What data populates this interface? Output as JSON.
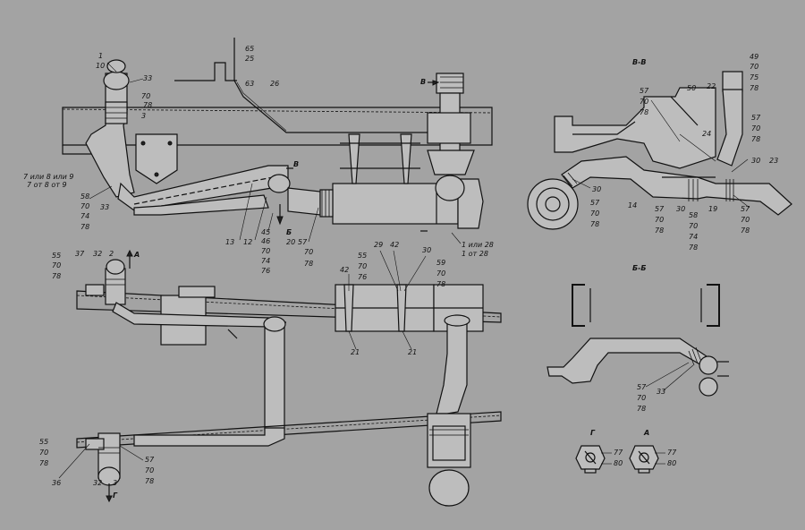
{
  "sections": {
    "v_v": "В-В",
    "b_b": "Б-Б",
    "g": "Г",
    "a": "А"
  },
  "labels": {
    "top_left": [
      "1",
      "10",
      "33",
      "70",
      "78",
      "3",
      "7 или 8 или 9",
      "7 от 8 от 9",
      "58",
      "70",
      "74",
      "78",
      "33"
    ],
    "top_upper": [
      "65",
      "25",
      "63",
      "26"
    ],
    "top_mid": [
      "13",
      "45",
      "12",
      "46",
      "70",
      "74",
      "76",
      "Б",
      "20",
      "57",
      "70",
      "78",
      "В"
    ],
    "top_right": [
      "В",
      "1 или 28",
      "1 от 28"
    ],
    "vv": [
      "49",
      "70",
      "75",
      "78",
      "22",
      "50",
      "57",
      "70",
      "78",
      "24",
      "57",
      "70",
      "78",
      "30",
      "23",
      "30",
      "57",
      "70",
      "78",
      "14",
      "57",
      "70",
      "78",
      "30",
      "58",
      "70",
      "74",
      "78",
      "19",
      "57",
      "70",
      "78"
    ],
    "mid_left": [
      "55",
      "70",
      "78",
      "37",
      "32",
      "2",
      "А"
    ],
    "mid_right": [
      "42",
      "55",
      "70",
      "76",
      "29",
      "42",
      "30",
      "59",
      "70",
      "78",
      "21",
      "21"
    ],
    "bottom_left": [
      "55",
      "70",
      "78",
      "36",
      "32",
      "3",
      "Г",
      "57",
      "70",
      "78"
    ],
    "bb": [
      "57",
      "70",
      "78",
      "33"
    ],
    "g_detail": [
      "77",
      "80"
    ],
    "a_detail": [
      "77",
      "80"
    ]
  }
}
